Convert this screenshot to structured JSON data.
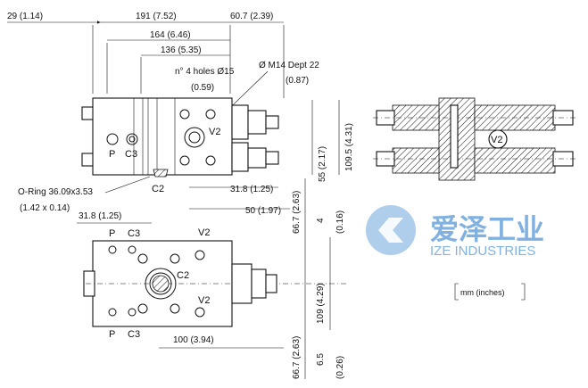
{
  "dimensions": {
    "d29": "29 (1.14)",
    "d191": "191 (7.52)",
    "d60_7": "60.7 (2.39)",
    "d164": "164 (6.46)",
    "d136": "136 (5.35)",
    "holes": "n° 4 holes Ø15",
    "holes_in": "(0.59)",
    "m14": "Ø M14 Dept 22",
    "m14_in": "(0.87)",
    "d55": "55 (2.17)",
    "d109_5": "109.5 (4.31)",
    "d31_8a": "31.8 (1.25)",
    "d50": "50 (1.97)",
    "oring": "O-Ring 36.09x3.53",
    "oring_in": "(1.42 x 0.14)",
    "d31_8b": "31.8 (1.25)",
    "d66_7a": "66.7 (2.63)",
    "d4": "4",
    "d4_in": "(0.16)",
    "d109": "109 (4.29)",
    "d100": "100 (3.94)",
    "d66_7b": "66.7 (2.63)",
    "d6_5": "6.5",
    "d6_5_in": "(0.26)"
  },
  "ports": {
    "p": "P",
    "c3": "C3",
    "c2": "C2",
    "v2": "V2"
  },
  "section_label": "V2",
  "units_note": "mm (inches)",
  "brand": {
    "cn": "爱泽工业",
    "en": "IZE INDUSTRIES",
    "logo_color": "#1a73c8"
  }
}
